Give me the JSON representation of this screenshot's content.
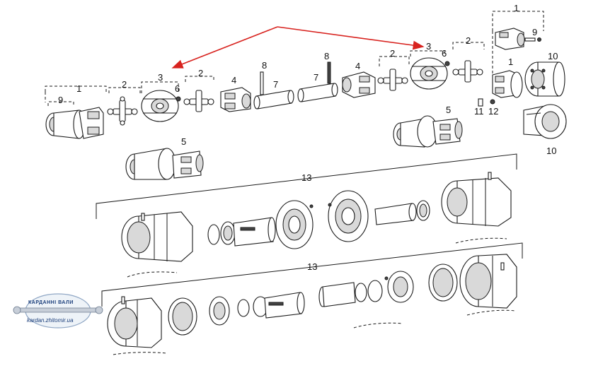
{
  "labels": {
    "n1": "1",
    "n2": "2",
    "n3": "3",
    "n4": "4",
    "n5": "5",
    "n6": "6",
    "n7": "7",
    "n8": "8",
    "n9": "9",
    "n10": "10",
    "n11": "11",
    "n12": "12",
    "n13": "13"
  },
  "watermark": {
    "title": "КАРДАННІ ВАЛИ",
    "url": "kardan.zhitomir.ua"
  },
  "colors": {
    "arrow": "#d8231f",
    "watermark": "#1a3d7a",
    "ink": "#1a1a1a"
  }
}
